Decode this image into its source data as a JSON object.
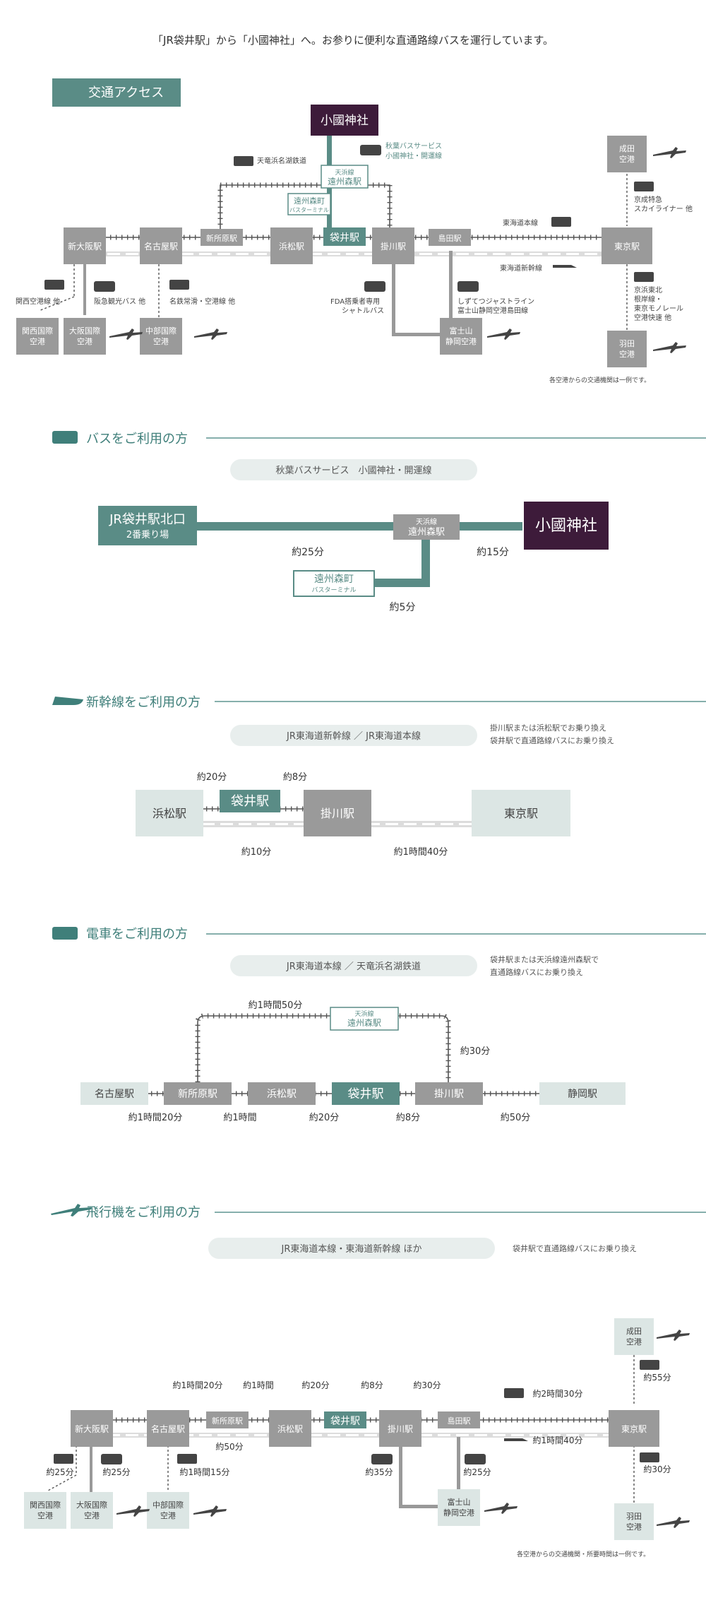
{
  "header": {
    "intro": "「JR袋井駅」から「小國神社」へ。お参りに便利な直通路線バスを運行しています。",
    "access_label": "交通アクセス"
  },
  "colors": {
    "teal": "#5a8c86",
    "gray": "#9a9a9a",
    "light": "#d6e3e1",
    "purple": "#3d1b3a",
    "line": "#666666",
    "heading": "#3f7f7a"
  },
  "access_map": {
    "stations": {
      "shinosaka": "新大阪駅",
      "nagoya": "名古屋駅",
      "shinjohara": "新所原駅",
      "hamamatsu": "浜松駅",
      "fukuroi": "袋井駅",
      "kakegawa": "掛川駅",
      "shimada": "島田駅",
      "tokyo": "東京駅"
    },
    "oguni": "小國神社",
    "morimachi_line1": "天浜線",
    "morimachi_line2": "遠州森駅",
    "bt_line1": "遠州森町",
    "bt_line2": "バスターミナル",
    "airports": {
      "kansai_1": "関西国際",
      "kansai_2": "空港",
      "osaka_1": "大阪国際",
      "osaka_2": "空港",
      "chubu_1": "中部国際",
      "chubu_2": "空港",
      "fuji_1": "富士山",
      "fuji_2": "静岡空港",
      "narita_1": "成田",
      "narita_2": "空港",
      "haneda_1": "羽田",
      "haneda_2": "空港"
    },
    "labels": {
      "tenryu": "天竜浜名湖鉄道",
      "akiha_1": "秋葉バスサービス",
      "akiha_2": "小國神社・開運線",
      "tokaido": "東海道本線",
      "shinkansen": "東海道新幹線",
      "kansai_train": "関西空港線 他",
      "hankyu_bus": "阪急観光バス 他",
      "meitetsu": "名鉄常滑・空港線 他",
      "fda_1": "FDA搭乗者専用",
      "fda_2": "シャトルバス",
      "shizutetsu_1": "しずてつジャストライン",
      "shizutetsu_2": "富士山静岡空港島田線",
      "keisei_1": "京成特急",
      "keisei_2": "スカイライナー 他",
      "keikyu_1": "京浜東北",
      "keikyu_2": "根岸線・",
      "keikyu_3": "東京モノレール",
      "keikyu_4": "空港快速 他",
      "note": "各空港からの交通機関は一例です。"
    }
  },
  "bus": {
    "heading": "バスをご利用の方",
    "pill": "秋葉バスサービス　小國神社・開運線",
    "start_1": "JR袋井駅北口",
    "start_2": "2番乗り場",
    "mid_1": "天浜線",
    "mid_2": "遠州森駅",
    "end": "小國神社",
    "bt_1": "遠州森町",
    "bt_2": "バスターミナル",
    "t1": "約25分",
    "t2": "約15分",
    "t3": "約5分"
  },
  "shinkansen": {
    "heading": "新幹線をご利用の方",
    "pill": "JR東海道新幹線 ／ JR東海道本線",
    "note_1": "掛川駅または浜松駅でお乗り換え",
    "note_2": "袋井駅で直通路線バスにお乗り換え",
    "hamamatsu": "浜松駅",
    "fukuroi": "袋井駅",
    "kakegawa": "掛川駅",
    "tokyo": "東京駅",
    "t1": "約20分",
    "t2": "約8分",
    "t3": "約10分",
    "t4": "約1時間40分"
  },
  "train": {
    "heading": "電車をご利用の方",
    "pill": "JR東海道本線 ／ 天竜浜名湖鉄道",
    "note_1": "袋井駅または天浜線遠州森駅で",
    "note_2": "直通路線バスにお乗り換え",
    "nagoya": "名古屋駅",
    "shinjohara": "新所原駅",
    "hamamatsu": "浜松駅",
    "fukuroi": "袋井駅",
    "kakegawa": "掛川駅",
    "shizuoka": "静岡駅",
    "mori_1": "天浜線",
    "mori_2": "遠州森駅",
    "t_arc": "約1時間50分",
    "t_right": "約30分",
    "t1": "約1時間20分",
    "t2": "約1時間",
    "t3": "約20分",
    "t4": "約8分",
    "t5": "約50分"
  },
  "plane": {
    "heading": "飛行機をご利用の方",
    "pill": "JR東海道本線・東海道新幹線 ほか",
    "note": "袋井駅で直通路線バスにお乗り換え",
    "stations": {
      "shinosaka": "新大阪駅",
      "nagoya": "名古屋駅",
      "shinjohara": "新所原駅",
      "hamamatsu": "浜松駅",
      "fukuroi": "袋井駅",
      "kakegawa": "掛川駅",
      "shimada": "島田駅",
      "tokyo": "東京駅"
    },
    "airports": {
      "kansai_1": "関西国際",
      "kansai_2": "空港",
      "osaka_1": "大阪国際",
      "osaka_2": "空港",
      "chubu_1": "中部国際",
      "chubu_2": "空港",
      "fuji_1": "富士山",
      "fuji_2": "静岡空港",
      "narita_1": "成田",
      "narita_2": "空港",
      "haneda_1": "羽田",
      "haneda_2": "空港"
    },
    "times": {
      "a": "約1時間20分",
      "b": "約1時間",
      "c": "約20分",
      "d": "約8分",
      "e": "約30分",
      "f": "約50分",
      "g": "約2時間30分",
      "h": "約1時間40分",
      "i": "約55分",
      "j": "約30分",
      "k": "約25分",
      "l": "約25分",
      "m": "約1時間15分",
      "n": "約35分",
      "o": "約25分"
    },
    "footnote": "各空港からの交通機関・所要時間は一例です。"
  }
}
